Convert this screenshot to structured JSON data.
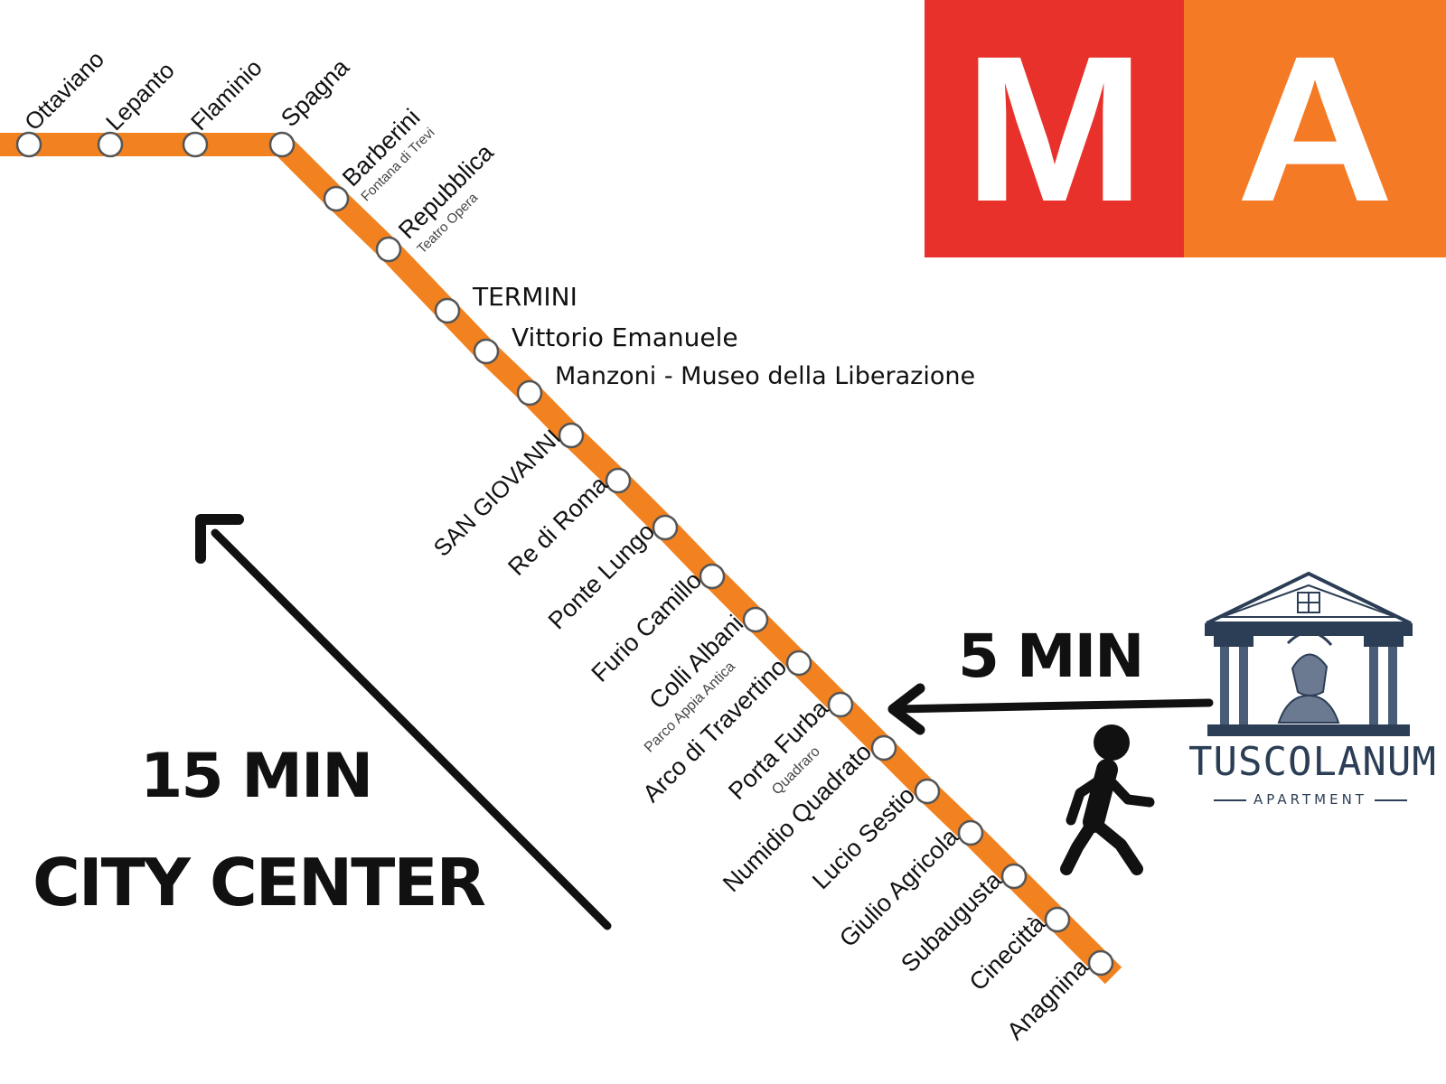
{
  "logo": {
    "left_letter": "M",
    "right_letter": "A"
  },
  "colors": {
    "line": "#f2821f",
    "logo_red": "#e8312b",
    "logo_orange": "#f47a26",
    "arrow": "#111111",
    "brand": "#2c3e55"
  },
  "stations": [
    {
      "name": "Ottaviano",
      "sub": ""
    },
    {
      "name": "Lepanto",
      "sub": ""
    },
    {
      "name": "Flaminio",
      "sub": ""
    },
    {
      "name": "Spagna",
      "sub": ""
    },
    {
      "name": "Barberini",
      "sub": "Fontana di Trevi"
    },
    {
      "name": "Repubblica",
      "sub": "Teatro Opera"
    },
    {
      "name": "TERMINI",
      "sub": ""
    },
    {
      "name": "Vittorio Emanuele",
      "sub": ""
    },
    {
      "name": "Manzoni  -  Museo della Liberazione",
      "sub": ""
    },
    {
      "name": "SAN GIOVANNI",
      "sub": ""
    },
    {
      "name": "Re di Roma",
      "sub": ""
    },
    {
      "name": "Ponte Lungo",
      "sub": ""
    },
    {
      "name": "Furio Camillo",
      "sub": ""
    },
    {
      "name": "Colli Albani",
      "sub": "Parco Appia Antica"
    },
    {
      "name": "Arco di Travertino",
      "sub": ""
    },
    {
      "name": "Porta Furba",
      "sub": "Quadraro"
    },
    {
      "name": "Numidio Quadrato",
      "sub": ""
    },
    {
      "name": "Lucio Sestio",
      "sub": ""
    },
    {
      "name": "Giulio Agricola",
      "sub": ""
    },
    {
      "name": "Subaugusta",
      "sub": ""
    },
    {
      "name": "Cinecittà",
      "sub": ""
    },
    {
      "name": "Anagnina",
      "sub": ""
    }
  ],
  "city_center": {
    "time": "15 MIN",
    "label": "CITY CENTER"
  },
  "walk": {
    "time": "5 MIN"
  },
  "icons": {
    "walker": "walking-person-icon",
    "building": "temple-building-icon"
  },
  "brand": {
    "name": "TUSCOLANUM",
    "subtitle": "APARTMENT"
  }
}
